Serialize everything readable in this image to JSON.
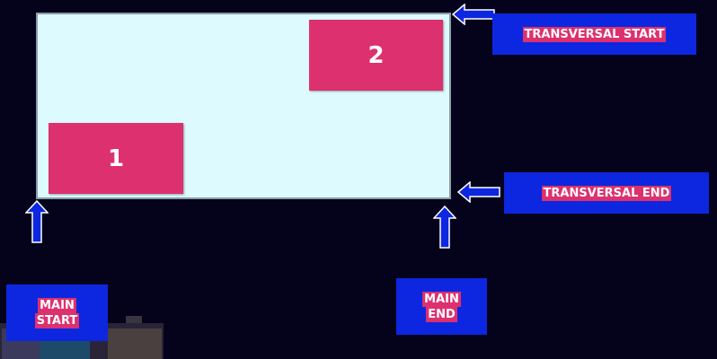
{
  "diagram": {
    "items": [
      {
        "label": "1"
      },
      {
        "label": "2"
      }
    ],
    "labels": {
      "transversal_start": "TRANSVERSAL START",
      "transversal_end": "TRANSVERSAL END",
      "main_start_line1": "MAIN",
      "main_start_line2": "START",
      "main_end_line1": "MAIN",
      "main_end_line2": "END"
    }
  },
  "colors": {
    "background": "#04031b",
    "container": "#ddfaff",
    "item": "#dd306e",
    "label_box": "#0d27e0",
    "arrow": "#0d27e0"
  },
  "icons": {
    "arrow_left": "arrow-left-icon",
    "arrow_up": "arrow-up-icon"
  }
}
